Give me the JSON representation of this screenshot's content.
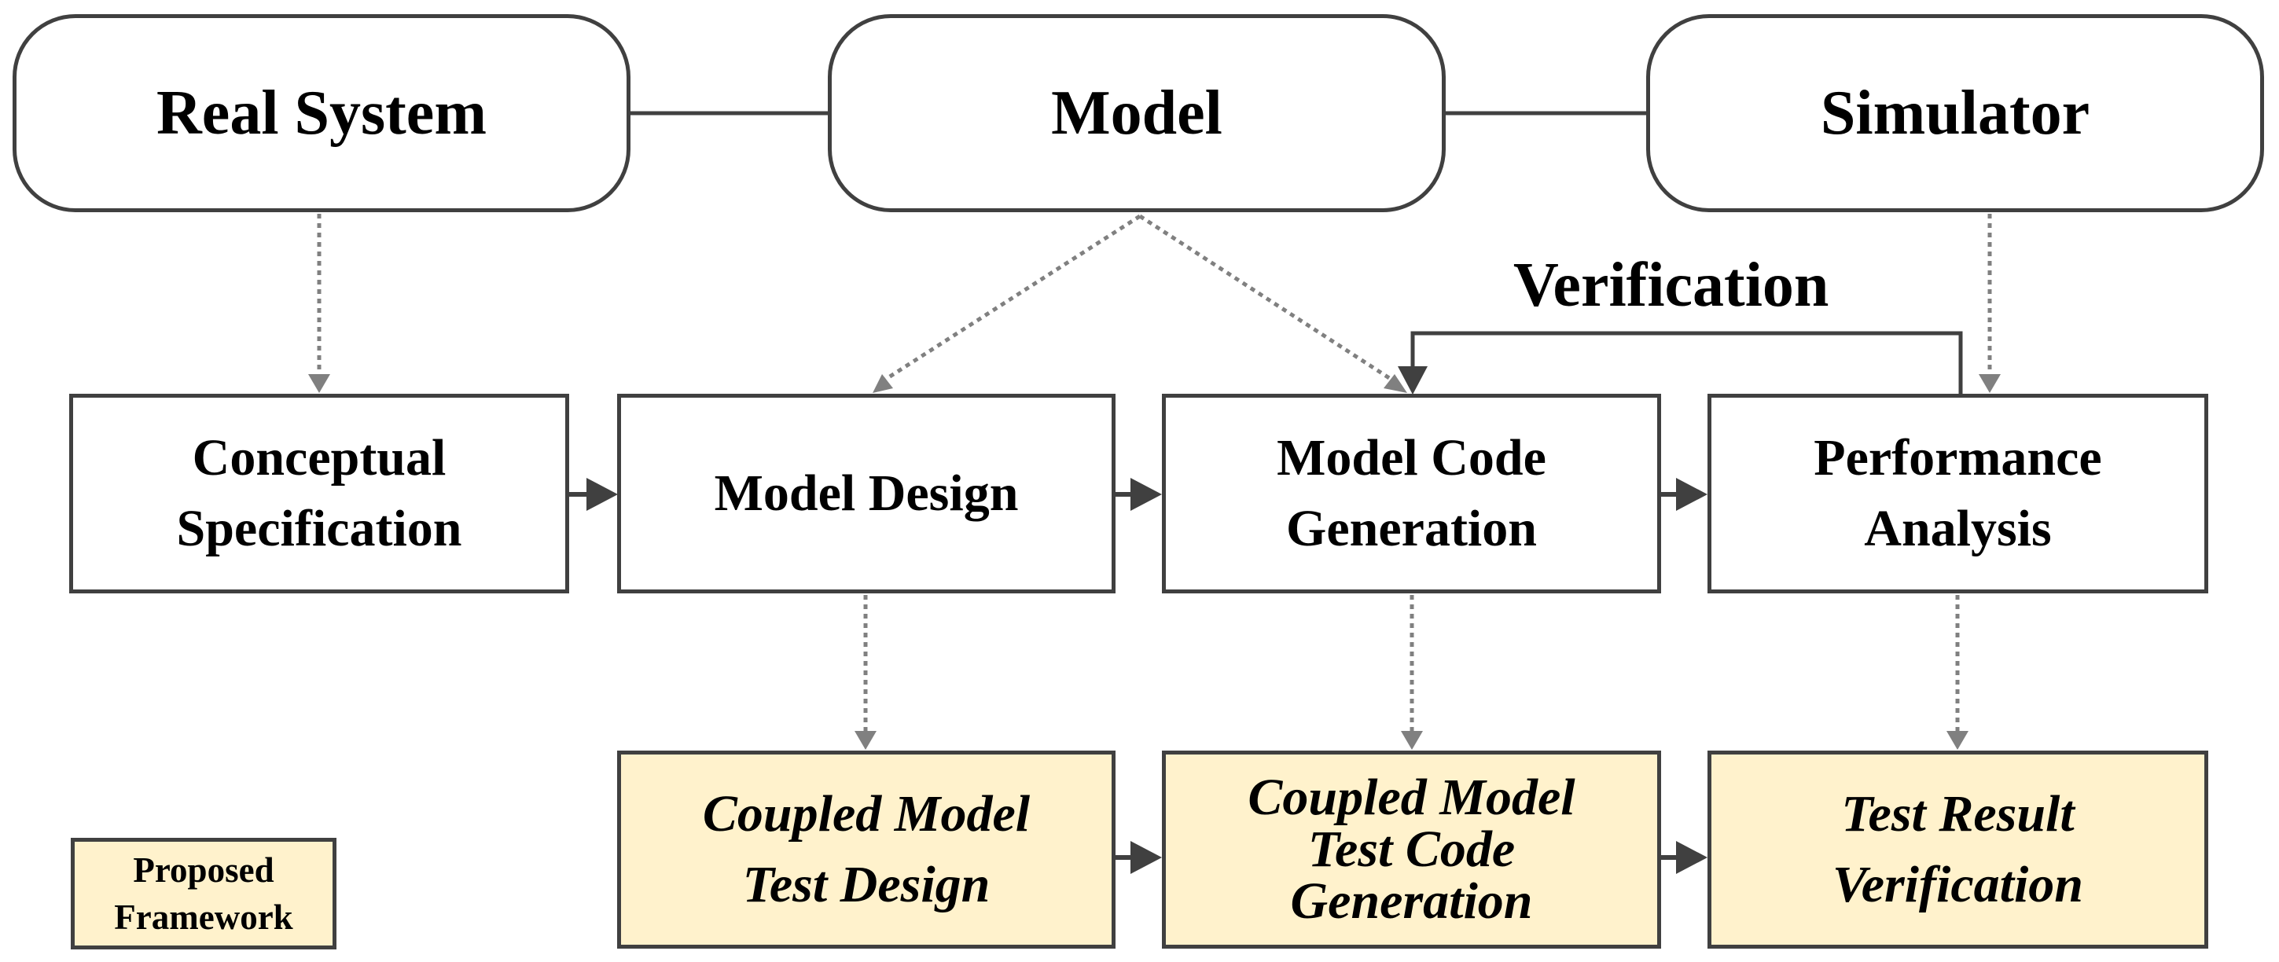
{
  "top": {
    "real_system": "Real System",
    "model": "Model",
    "simulator": "Simulator"
  },
  "verification_label": "Verification",
  "process": {
    "conceptual_line1": "Conceptual",
    "conceptual_line2": "Specification",
    "model_design": "Model Design",
    "code_gen_line1": "Model Code",
    "code_gen_line2": "Generation",
    "performance_line1": "Performance",
    "performance_line2": "Analysis"
  },
  "framework": {
    "test_design_line1": "Coupled Model",
    "test_design_line2": "Test Design",
    "test_code_line1": "Coupled Model",
    "test_code_line2": "Test Code",
    "test_code_line3": "Generation",
    "verification_line1": "Test Result",
    "verification_line2": "Verification"
  },
  "legend": {
    "line1": "Proposed",
    "line2": "Framework"
  },
  "colors": {
    "framework_fill": "#fff2cc",
    "border": "#404040",
    "dotted_arrow": "#808080"
  }
}
